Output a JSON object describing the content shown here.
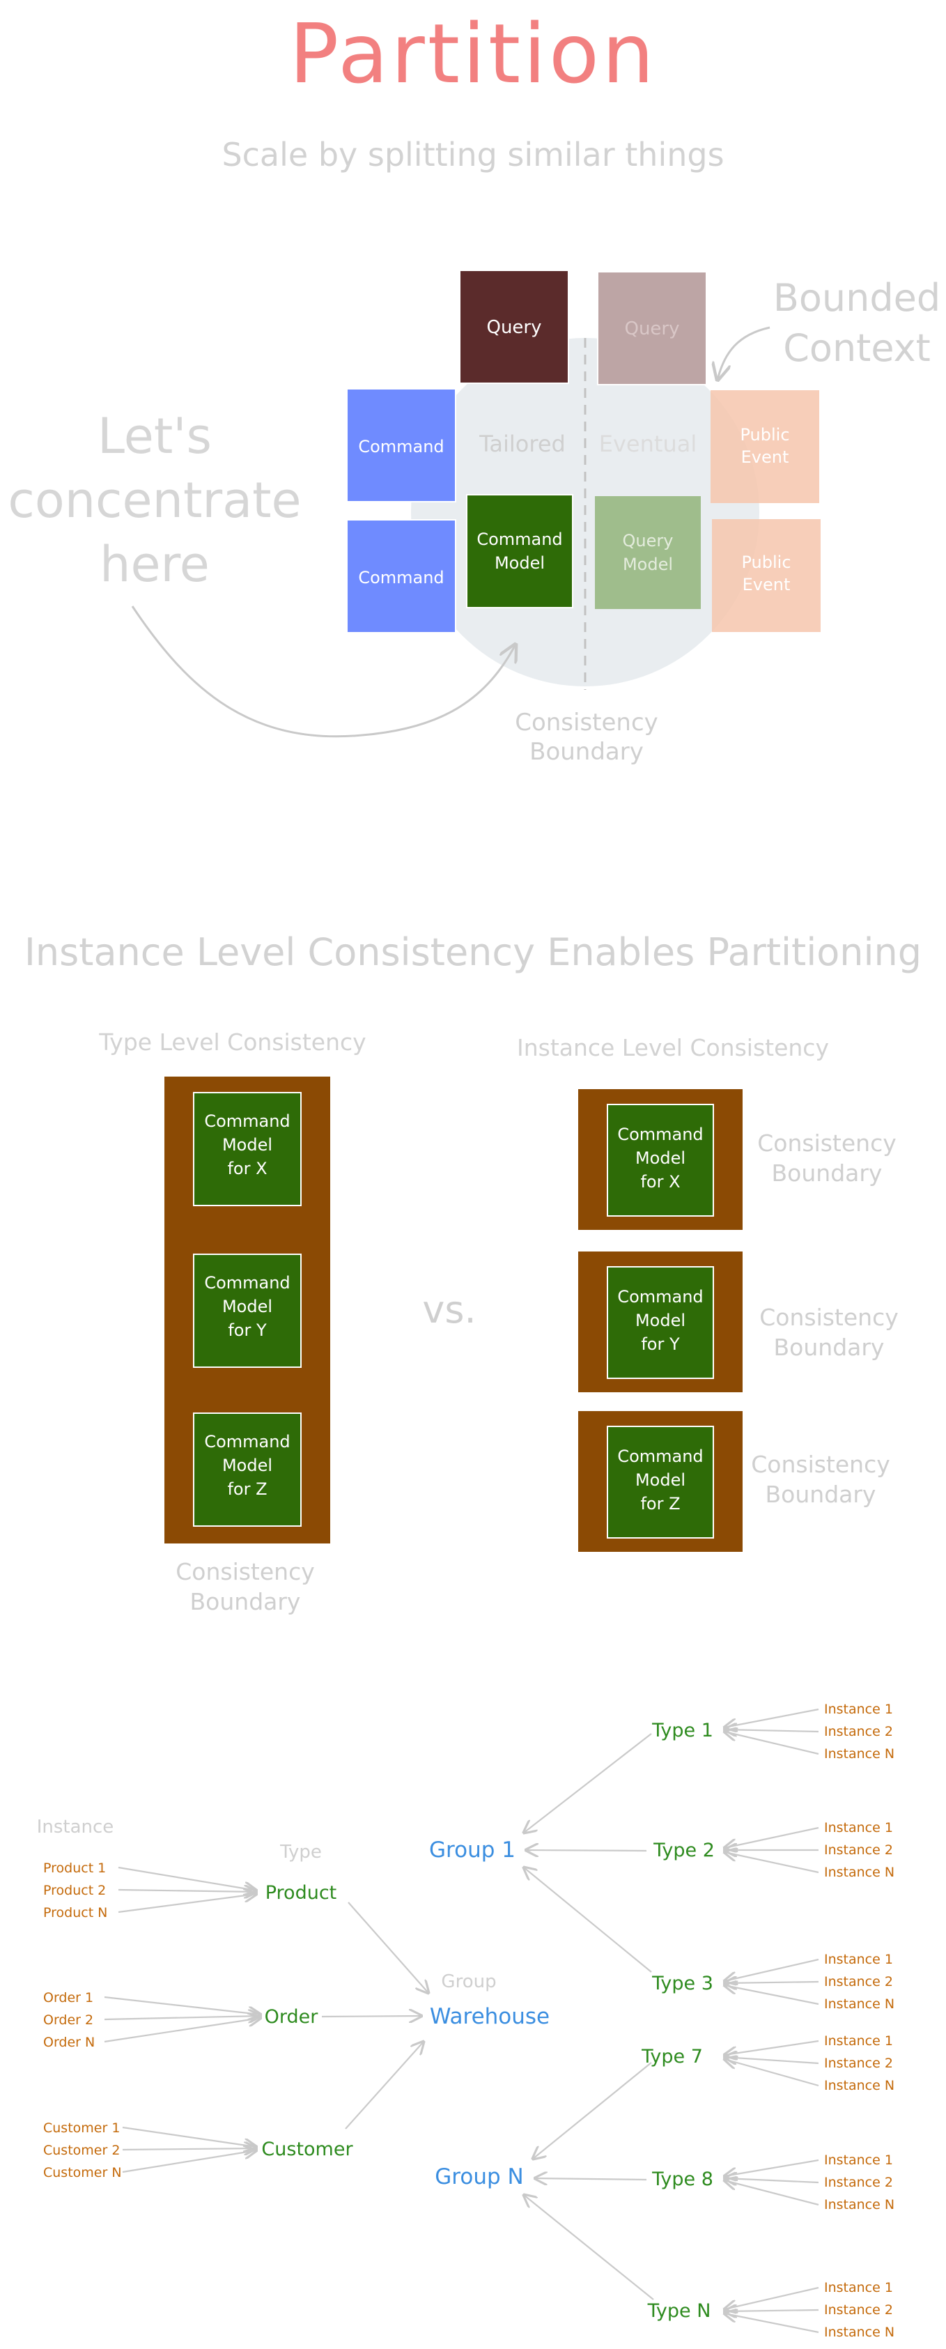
{
  "header": {
    "title": "Partition",
    "subtitle": "Scale by splitting similar things"
  },
  "colors": {
    "title": "#f28080",
    "faint": "#cfcfcf",
    "query_dark": "#5b2b2b",
    "query_faded": "#bda5a5",
    "command_blue": "#6f8bff",
    "public_event": "#f6c6ad",
    "green_dark": "#2e6b07",
    "green_faded": "#9fbd8c",
    "brown": "#8b4a04",
    "group_blue": "#3b8ee0",
    "type_green": "#2e8b1f",
    "instance_orange": "#c46a0b",
    "circle": "#e9edf0"
  },
  "section1": {
    "query_label": "Query",
    "query_faded_label": "Query",
    "bounded_context": [
      "Bounded",
      "Context"
    ],
    "command_labels": [
      "Command",
      "Command"
    ],
    "tailored": "Tailored",
    "eventual": "Eventual",
    "public_event": [
      "Public",
      "Event"
    ],
    "command_model": [
      "Command",
      "Model"
    ],
    "query_model": [
      "Query",
      "Model"
    ],
    "lets_concentrate": [
      "Let's",
      "concentrate",
      "here"
    ],
    "consistency_boundary": [
      "Consistency",
      "Boundary"
    ]
  },
  "section2": {
    "title": "Instance Level Consistency Enables Partitioning",
    "type_level": "Type Level Consistency",
    "instance_level": "Instance Level Consistency",
    "vs": "vs.",
    "models": [
      [
        "Command",
        "Model",
        "for X"
      ],
      [
        "Command",
        "Model",
        "for Y"
      ],
      [
        "Command",
        "Model",
        "for Z"
      ]
    ],
    "consistency_boundary": [
      "Consistency",
      "Boundary"
    ]
  },
  "section3": {
    "instance_header": "Instance",
    "type_header": "Type",
    "group_header": "Group",
    "left_types": [
      {
        "name": "Product",
        "instances": [
          "Product 1",
          "Product 2",
          "Product N"
        ]
      },
      {
        "name": "Order",
        "instances": [
          "Order 1",
          "Order 2",
          "Order N"
        ]
      },
      {
        "name": "Customer",
        "instances": [
          "Customer 1",
          "Customer 2",
          "Customer N"
        ]
      }
    ],
    "warehouse": "Warehouse",
    "group_1": "Group 1",
    "group_n": "Group N",
    "right_types_g1": [
      "Type 1",
      "Type 2",
      "Type 3"
    ],
    "right_types_gn": [
      "Type 7",
      "Type 8",
      "Type N"
    ],
    "instances": [
      "Instance 1",
      "Instance 2",
      "Instance N"
    ]
  }
}
